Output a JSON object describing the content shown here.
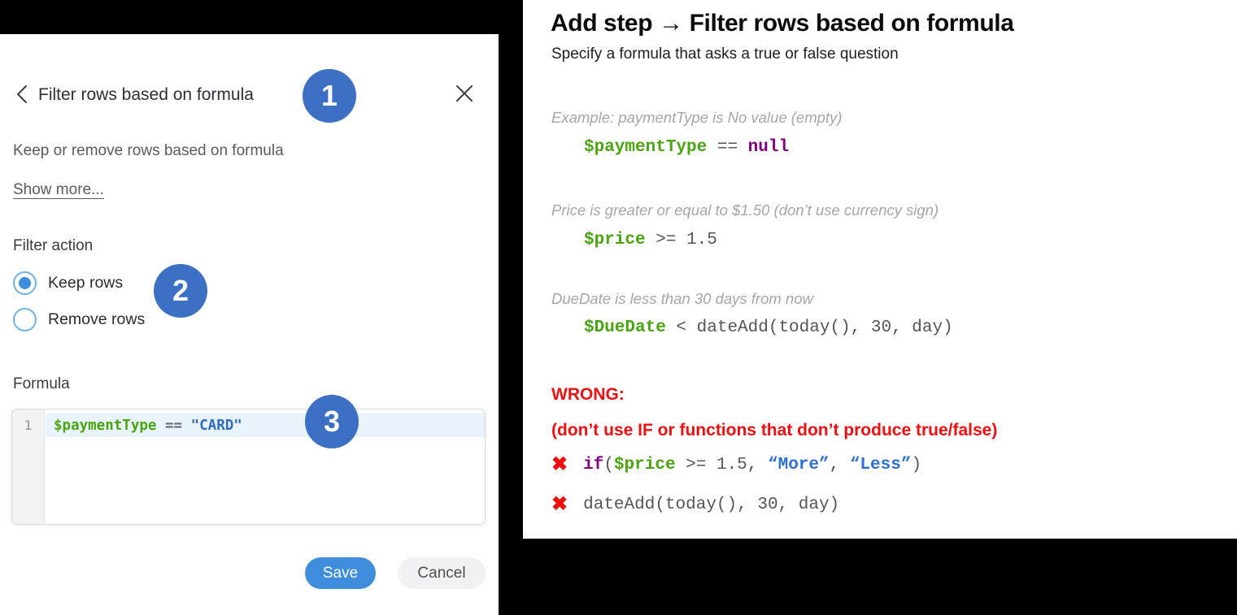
{
  "left_panel": {
    "header": {
      "title": "Filter rows based on formula",
      "back_icon": "chevron-left",
      "close_icon": "x"
    },
    "step_badges": {
      "one": "1",
      "two": "2",
      "three": "3"
    },
    "description": "Keep or remove rows based on formula",
    "show_more_label": "Show more...",
    "filter_action": {
      "label": "Filter action",
      "options": [
        {
          "label": "Keep rows",
          "selected": true
        },
        {
          "label": "Remove rows",
          "selected": false
        }
      ]
    },
    "formula": {
      "label": "Formula",
      "line_number": "1",
      "code": [
        {
          "t": "$paymentType",
          "c": "green"
        },
        {
          "t": " == ",
          "c": "operator"
        },
        {
          "t": "\"CARD\"",
          "c": "string"
        }
      ]
    },
    "actions": {
      "save": "Save",
      "cancel": "Cancel"
    }
  },
  "right_panel": {
    "title": "Add step → Filter rows based on formula",
    "subtitle": "Specify a formula that asks a true or false question",
    "examples": [
      {
        "caption": "Example: paymentType is No value (empty)",
        "code": [
          {
            "t": "$paymentType",
            "c": "green"
          },
          {
            "t": " == ",
            "c": "plain"
          },
          {
            "t": "null",
            "c": "keyword"
          }
        ]
      },
      {
        "caption": "Price is greater or equal to $1.50 (don’t use currency sign)",
        "code": [
          {
            "t": "$price",
            "c": "green"
          },
          {
            "t": " >= 1.5",
            "c": "plain"
          }
        ]
      },
      {
        "caption": "DueDate is less than 30 days from now",
        "code": [
          {
            "t": "$DueDate",
            "c": "green"
          },
          {
            "t": " < dateAdd(today(), 30, day)",
            "c": "plain"
          }
        ]
      }
    ],
    "wrong": {
      "heading": "WRONG:",
      "note": "(don’t use IF or functions that don’t produce true/false)",
      "x_icon": "✖",
      "items": [
        {
          "code": [
            {
              "t": "if",
              "c": "keyword"
            },
            {
              "t": "(",
              "c": "plain"
            },
            {
              "t": "$price",
              "c": "green"
            },
            {
              "t": " >= 1.5, ",
              "c": "plain"
            },
            {
              "t": "“More”",
              "c": "bluestr"
            },
            {
              "t": ", ",
              "c": "plain"
            },
            {
              "t": "“Less”",
              "c": "bluestr"
            },
            {
              "t": ")",
              "c": "plain"
            }
          ]
        },
        {
          "code": [
            {
              "t": "dateAdd(today(), 30, day)",
              "c": "plain"
            }
          ]
        }
      ]
    }
  },
  "colors": {
    "background": "#000000",
    "badge_blue": "#3b70c4",
    "save_blue": "#3f8edc",
    "radio_ring_blue": "#6cb2e6",
    "error_red": "#f10e10",
    "code_green": "#48a50f",
    "code_purple": "#800080",
    "code_string_blue": "#2e6cc5",
    "active_line_blue": "#e9f3fb"
  }
}
